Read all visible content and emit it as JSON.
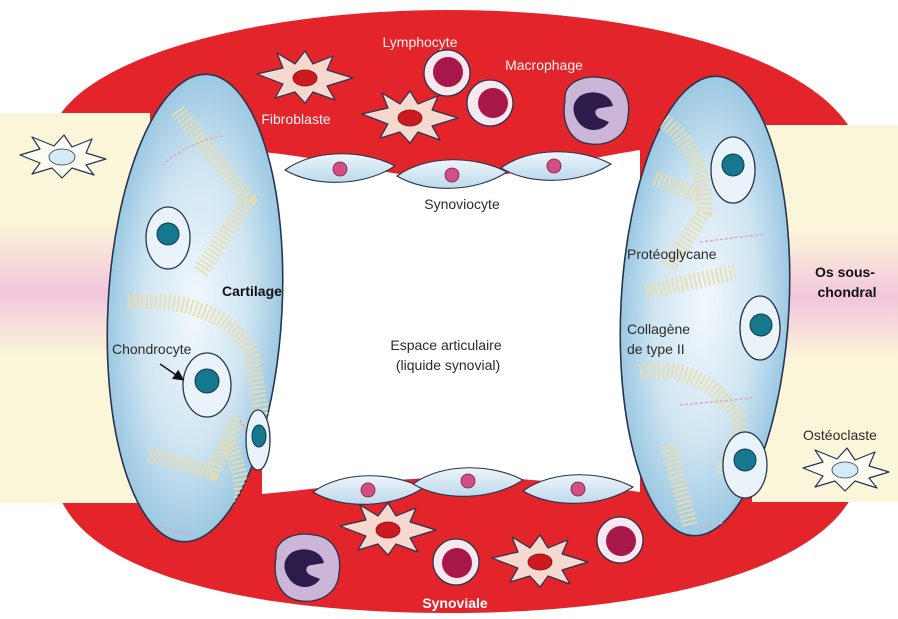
{
  "diagram": {
    "labels": {
      "lymphocyte": "Lymphocyte",
      "macrophage": "Macrophage",
      "fibroblaste": "Fibroblaste",
      "synoviocyte": "Synoviocyte",
      "cartilage": "Cartilage",
      "chondrocyte": "Chondrocyte",
      "joint_space": [
        "Espace articulaire",
        "(liquide synovial)"
      ],
      "proteoglycane": "Protéoglycane",
      "collagene": [
        "Collagène",
        "de type II"
      ],
      "subchondral_bone": [
        "Os sous-",
        "chondral"
      ],
      "osteoclaste": "Ostéoclaste",
      "synoviale": "Synoviale"
    },
    "colors": {
      "synovium": "#e3242b",
      "cartilage": "#8fc1df",
      "bone": "#fbf5d9",
      "bone_band": "#f3c6dc",
      "chondrocyte_nucleus": "#16788f",
      "lymphocyte_nucleus": "#a8174a",
      "macrophage": "#cbb6d7",
      "macrophage_nucleus": "#2d1b4b",
      "fibroblast": "#f7d8cf",
      "fibroblast_nucleus": "#cc1a1f",
      "synoviocyte_nucleus": "#d24f86",
      "outline": "#26354d"
    }
  }
}
